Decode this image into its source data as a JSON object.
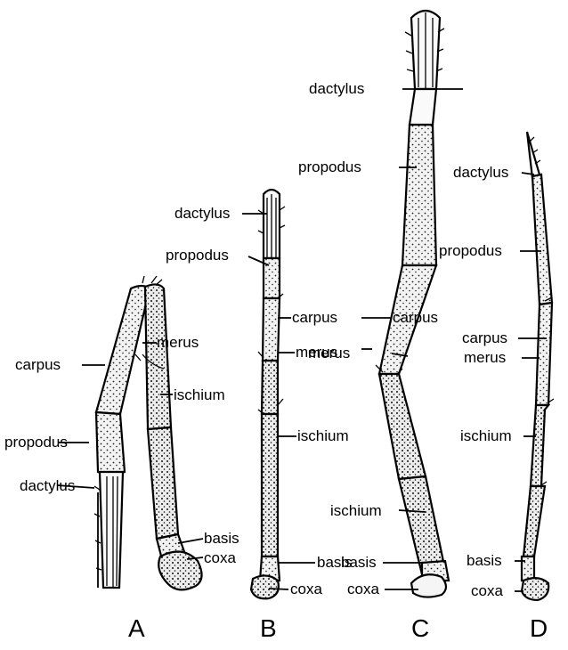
{
  "figure": {
    "panels": [
      {
        "id": "A",
        "letter": "A",
        "labels": {
          "carpus": "carpus",
          "merus": "merus",
          "ischium": "ischium",
          "propodus": "propodus",
          "basis": "basis",
          "dactylus": "dactylus",
          "coxa": "coxa"
        }
      },
      {
        "id": "B",
        "letter": "B",
        "labels": {
          "dactylus": "dactylus",
          "propodus": "propodus",
          "carpus": "carpus",
          "merus": "merus",
          "ischium": "ischium",
          "basis": "basis",
          "coxa": "coxa"
        }
      },
      {
        "id": "C",
        "letter": "C",
        "labels": {
          "dactylus": "dactylus",
          "propodus": "propodus",
          "carpus": "carpus",
          "merus": "merus",
          "ischium": "ischium",
          "basis": "basis",
          "coxa": "coxa"
        }
      },
      {
        "id": "D",
        "letter": "D",
        "labels": {
          "dactylus": "dactylus",
          "propodus": "propodus",
          "carpus": "carpus",
          "merus": "merus",
          "ischium": "ischium",
          "basis": "basis",
          "coxa": "coxa"
        }
      }
    ]
  }
}
